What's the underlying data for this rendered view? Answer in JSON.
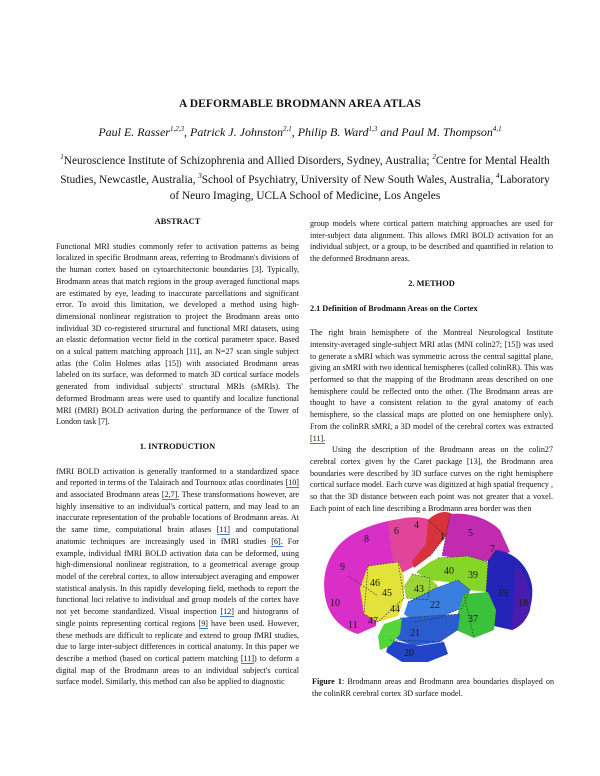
{
  "paper": {
    "title": "A DEFORMABLE BRODMANN AREA ATLAS",
    "authors": [
      {
        "name": "Paul E. Rasser",
        "sup": "1,2,3"
      },
      {
        "name": "Patrick J. Johnston",
        "sup": "2,1"
      },
      {
        "name": "Philip B. Ward",
        "sup": "1,3"
      },
      {
        "name": "Paul M. Thompson",
        "sup": "4,1"
      }
    ],
    "author_sep": ", ",
    "author_and": " and ",
    "affiliations": [
      {
        "sup": "1",
        "text": "Neuroscience Institute of Schizophrenia and Allied Disorders, Sydney, Australia; "
      },
      {
        "sup": "2",
        "text": "Centre for Mental Health Studies, Newcastle, Australia, "
      },
      {
        "sup": "3",
        "text": "School of Psychiatry, University of New South Wales, Australia, "
      },
      {
        "sup": "4",
        "text": "Laboratory of Neuro Imaging, UCLA School of Medicine, Los Angeles"
      }
    ]
  },
  "abstract": {
    "heading": "ABSTRACT",
    "text": "Functional MRI studies commonly refer to activation patterns as being localized in specific Brodmann areas, referring to Brodmann's divisions of the human cortex based on cytoarchitectonic boundaries [3]. Typically, Brodmann areas that match regions in the group averaged functional maps are estimated by eye, leading to inaccurate parcellations and significant error. To avoid this limitation, we developed a method using high-dimensional nonlinear registration to project the Brodmann areas onto individual 3D co-registered structural and functional MRI datasets, using an elastic deformation vector field in the cortical parameter space. Based on a sulcal pattern matching approach [11], an N=27 scan single subject atlas (the Colin Holmes atlas [15]) with associated Brodmann areas labeled on its surface, was deformed to match 3D cortical surface models generated from individual subjects' structural MRIs (sMRIs). The deformed Brodmann areas were used to quantify and localize functional MRI (fMRI) BOLD activation during the performance of the Tower of London task [7]."
  },
  "introduction": {
    "heading": "1. INTRODUCTION",
    "segments": [
      {
        "t": "fMRI BOLD activation is generally tranformed to a standardized space and reported in terms of the Talairach and Tournoux atlas coordinates "
      },
      {
        "t": "[10]",
        "link": true
      },
      {
        "t": " and associated Brodmann areas "
      },
      {
        "t": "[2,7].",
        "link": true
      },
      {
        "t": " These transformations however, are highly insensitive to an individual's cortical pattern, and may lead to an inaccurate representation of the probable locations of Brodmann areas. At the same time, computational brain atlases "
      },
      {
        "t": "[11]",
        "link": true
      },
      {
        "t": " and computational anatomic techniques are increasingly used in fMRI studies "
      },
      {
        "t": "[6].",
        "link": true
      },
      {
        "t": " For example, individual fMRI BOLD activation data can be deformed, using high-dimensional nonlinear registration, to a geometrical average group model of the cerebral cortex, to allow intersubject averaging and empower statistical analysis. In this rapidly developing field, methods to report the functional loci relative to individual and group models of the cortex have not yet become standardized. Visual inspection "
      },
      {
        "t": "[12]",
        "link": true
      },
      {
        "t": " and histograms of single points representing cortical regions "
      },
      {
        "t": "[9]",
        "link": true
      },
      {
        "t": " have been used. However, these methods are difficult to replicate and extend to group fMRI studies, due to large inter-subject differences in cortical anatomy. In this paper we describe a method (based on cortical pattern matching "
      },
      {
        "t": "[11]",
        "link": true
      },
      {
        "t": ") to deform a digital map of the Brodmann areas to an individual subject's cortical surface model. Similarly, this method can also be applied to diagnostic"
      }
    ]
  },
  "right_column": {
    "continuation": "group models where cortical pattern matching approaches are used for inter-subject data alignment. This allows fMRI BOLD activation for an individual subject, or a group, to be described and quantified in relation to the deformed Brodmann areas.",
    "method_heading": "2. METHOD",
    "subsection_heading": "2.1 Definition of Brodmann Areas on the Cortex",
    "para1_segments": [
      {
        "t": "The right brain hemisphere of the Montreal Neurological Institute intensity-averaged single-subject MRI atlas (MNI colin27; [15]) was used to generate a sMRI which was symmetric across the central sagittal plane, giving an sMRI with two identical hemispheres (called colinRR). This was performed so that the mapping of the Brodmann areas described on one hemisphere could be reflected onto the other. (The Brodmann areas are thought to have a consistent relation to the gyral anatomy of each hemisphere, so the classical maps are plotted on one hemisphere only). From the colinRR sMRI, a 3D model of the cerebral cortex was extracted "
      },
      {
        "t": "[11].",
        "link": true
      }
    ],
    "para2": "Using the description of the Brodmann areas on the colin27 cerebral cortex given by the Caret package [13], the Brodmann area boundaries were described by 3D surface curves on the right hemisphere cortical surface model. Each curve was digitized at high spatial frequency , so that the 3D distance between each point was not greater that a voxel. Each point of each line describing a Brodmann area border was then"
  },
  "figure": {
    "label": "Figure 1",
    "caption": ": Brodmann areas and Brodmann area boundaries displayed on the colinRR cerebral cortex 3D surface model.",
    "area_labels": [
      "9",
      "8",
      "6",
      "4",
      "1",
      "5",
      "7",
      "46",
      "45",
      "44",
      "43",
      "40",
      "39",
      "19",
      "18",
      "10",
      "47",
      "11",
      "22",
      "21",
      "37",
      "20"
    ],
    "colors": {
      "frontal": "#d92fc8",
      "premotor": "#e0459a",
      "motor": "#d8333c",
      "parietal": "#c22ab0",
      "broca": "#e2e23a",
      "supramarginal": "#86d62a",
      "occipital": "#2424b8",
      "occipital_outer": "#4a1cae",
      "temporal_sup": "#3a7ee0",
      "temporal_mid": "#2a5cd0",
      "temporal_post": "#3cc23a",
      "temporal_inf": "#2244c8",
      "temporal_pole": "#54d63a"
    }
  }
}
